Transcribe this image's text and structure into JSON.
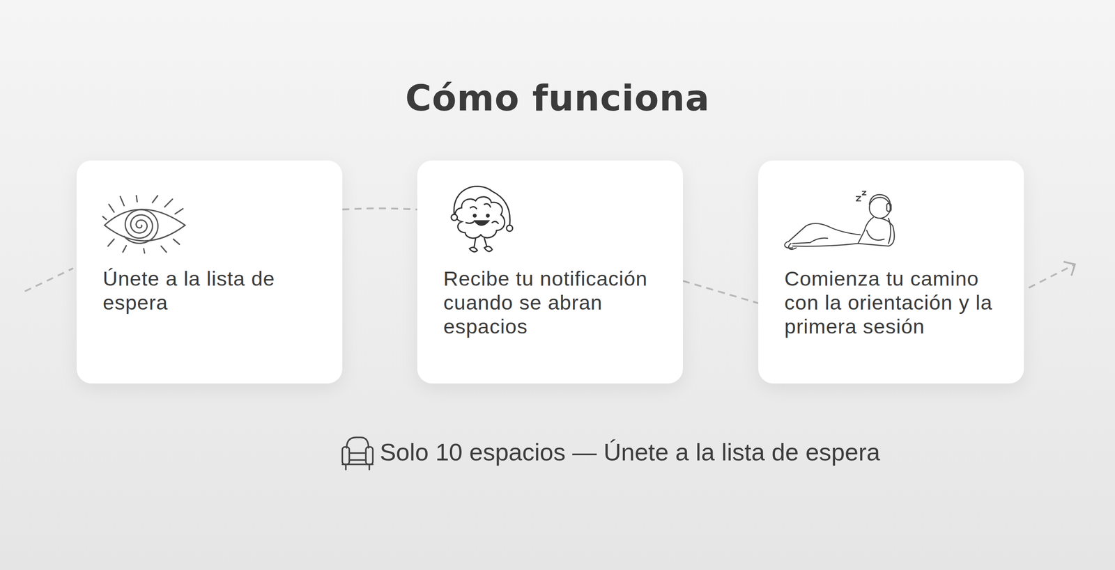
{
  "diagram": {
    "title": "Cómo funciona",
    "nodes": [
      {
        "text": [
          "Únete a la lista de espera"
        ]
      },
      {
        "text": [
          "Recibe tu notificación cuando se abran espacios"
        ]
      },
      {
        "text": [
          "Comienza tu camino con la orientación y la primera sesión"
        ]
      }
    ],
    "edges": [
      {
        "from": 0,
        "to": 1,
        "arrow": "none"
      },
      {
        "from": 1,
        "to": 2,
        "arrow": "none"
      }
    ],
    "labels": [
      "Solo 10 espacios — Únete a la lista de espera"
    ]
  }
}
